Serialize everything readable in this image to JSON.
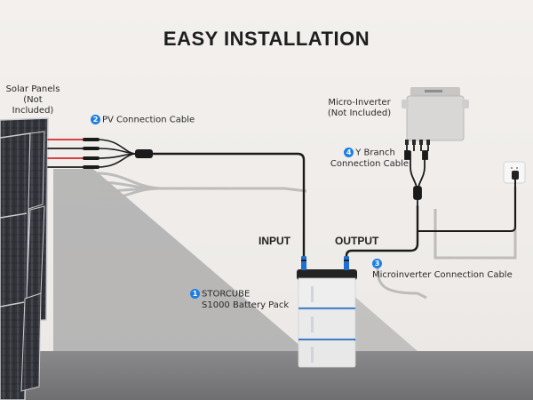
{
  "title": "EASY INSTALLATION",
  "labels": {
    "solar_panels": {
      "line1": "Solar Panels",
      "line2": "(Not Included)"
    },
    "pv_cable": {
      "number": "2",
      "text": "PV Connection Cable"
    },
    "micro_inverter": {
      "line1": "Micro-Inverter",
      "line2": "(Not Included)"
    },
    "y_branch": {
      "number": "4",
      "line1": "Y Branch",
      "line2": "Connection Cable"
    },
    "input": "INPUT",
    "output": "OUTPUT",
    "microinverter_cable": {
      "number": "3",
      "text": "Microinverter Connection Cable"
    },
    "battery": {
      "number": "1",
      "line1": "STORCUBE",
      "line2": "S1000 Battery Pack"
    }
  },
  "colors": {
    "badge": "#1f7fe0",
    "accent_blue": "#1f6fd0",
    "cable_red": "#d42a2a",
    "cable_black": "#1b1b1b",
    "wall": "#f1eeeb",
    "floor": "#7b7b7e"
  }
}
